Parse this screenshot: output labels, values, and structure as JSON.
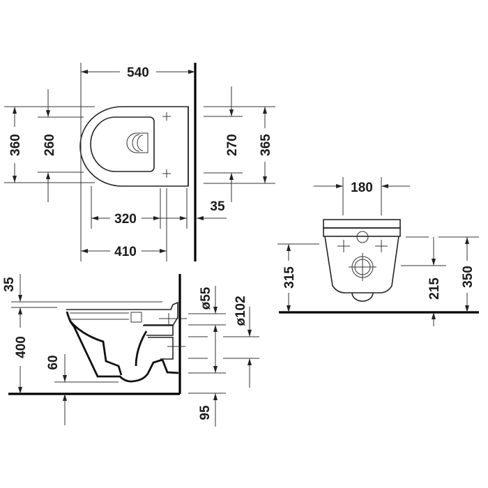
{
  "drawing": {
    "subject": "Wall-hung toilet dimension drawing",
    "units": "mm",
    "views": {
      "top": {
        "dims": {
          "overall_length": "540",
          "overall_width": "360",
          "seat_inner_width": "260",
          "fixing_width_a": "270",
          "fixing_width_b": "365",
          "fixing_to_front": "320",
          "outlet_to_front": "410",
          "wall_gap": "35"
        }
      },
      "front": {
        "dims": {
          "fixing_spacing": "180",
          "rim_height_offset": "315",
          "outlet_height": "215",
          "fixing_height": "350"
        }
      },
      "side": {
        "dims": {
          "seat_thickness": "35",
          "rim_height": "400",
          "bowl_clearance": "60",
          "inlet_diameter": "ø55",
          "outlet_diameter": "ø102",
          "outlet_floor_offset": "95"
        }
      }
    }
  }
}
